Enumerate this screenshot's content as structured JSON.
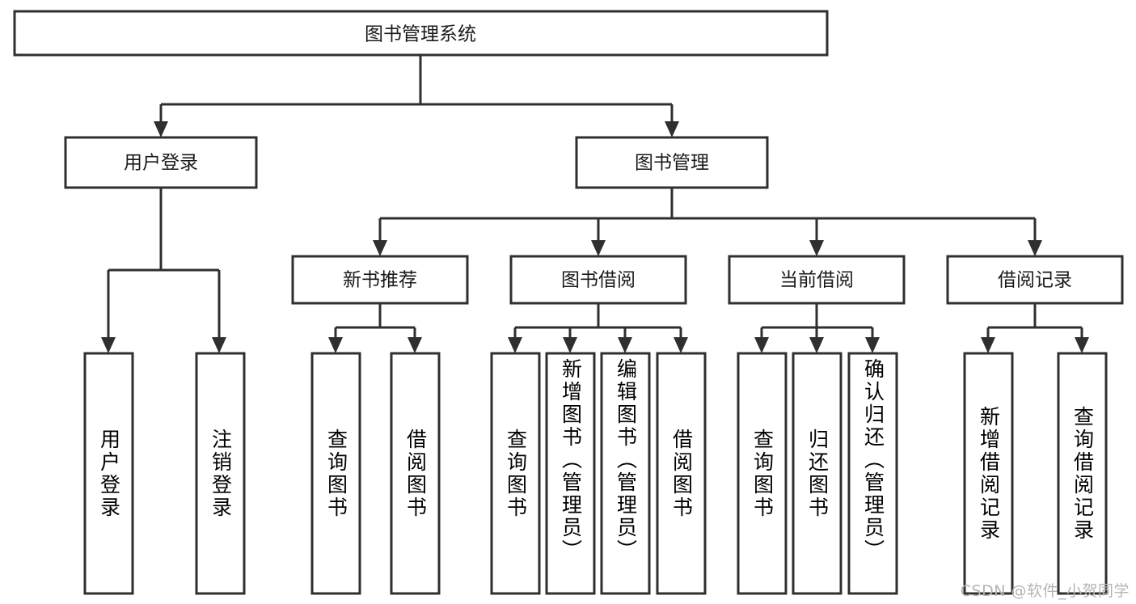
{
  "diagram": {
    "type": "tree-hierarchy-chart",
    "title": "图书管理系统",
    "watermark": "CSDN @软件_小贺同学",
    "colors": {
      "stroke": "#2f2f2f",
      "fill": "#ffffff",
      "text": "#1a1a1a",
      "watermark": "#b4b4b4",
      "background": "#ffffff"
    },
    "levels": {
      "level1": {
        "nodes": [
          {
            "id": "root",
            "label": "图书管理系统",
            "orientation": "horizontal"
          }
        ]
      },
      "level2": {
        "nodes": [
          {
            "id": "user-login",
            "label": "用户登录",
            "orientation": "horizontal"
          },
          {
            "id": "book-manage",
            "label": "图书管理",
            "orientation": "horizontal"
          }
        ]
      },
      "level3": {
        "nodes": [
          {
            "id": "new-book-recommend",
            "label": "新书推荐",
            "orientation": "horizontal"
          },
          {
            "id": "book-borrow",
            "label": "图书借阅",
            "orientation": "horizontal"
          },
          {
            "id": "current-borrow",
            "label": "当前借阅",
            "orientation": "horizontal"
          },
          {
            "id": "borrow-record",
            "label": "借阅记录",
            "orientation": "horizontal"
          }
        ]
      },
      "level4": {
        "nodes": [
          {
            "id": "leaf-user-login",
            "label": "用户登录",
            "orientation": "vertical",
            "parent": "user-login"
          },
          {
            "id": "leaf-logout",
            "label": "注销登录",
            "orientation": "vertical",
            "parent": "user-login"
          },
          {
            "id": "leaf-query-book-1",
            "label": "查询图书",
            "orientation": "vertical",
            "parent": "new-book-recommend"
          },
          {
            "id": "leaf-borrow-book-1",
            "label": "借阅图书",
            "orientation": "vertical",
            "parent": "new-book-recommend"
          },
          {
            "id": "leaf-query-book-2",
            "label": "查询图书",
            "orientation": "vertical",
            "parent": "book-borrow"
          },
          {
            "id": "leaf-add-book",
            "label": "新增图书（管理员）",
            "orientation": "vertical",
            "parent": "book-borrow"
          },
          {
            "id": "leaf-edit-book",
            "label": "编辑图书（管理员）",
            "orientation": "vertical",
            "parent": "book-borrow"
          },
          {
            "id": "leaf-borrow-book-2",
            "label": "借阅图书",
            "orientation": "vertical",
            "parent": "book-borrow"
          },
          {
            "id": "leaf-query-book-3",
            "label": "查询图书",
            "orientation": "vertical",
            "parent": "current-borrow"
          },
          {
            "id": "leaf-return-book",
            "label": "归还图书",
            "orientation": "vertical",
            "parent": "current-borrow"
          },
          {
            "id": "leaf-confirm-return",
            "label": "确认归还（管理员）",
            "orientation": "vertical",
            "parent": "current-borrow"
          },
          {
            "id": "leaf-add-record",
            "label": "新增借阅记录",
            "orientation": "vertical",
            "parent": "borrow-record"
          },
          {
            "id": "leaf-query-record",
            "label": "查询借阅记录",
            "orientation": "vertical",
            "parent": "borrow-record"
          }
        ]
      }
    }
  }
}
